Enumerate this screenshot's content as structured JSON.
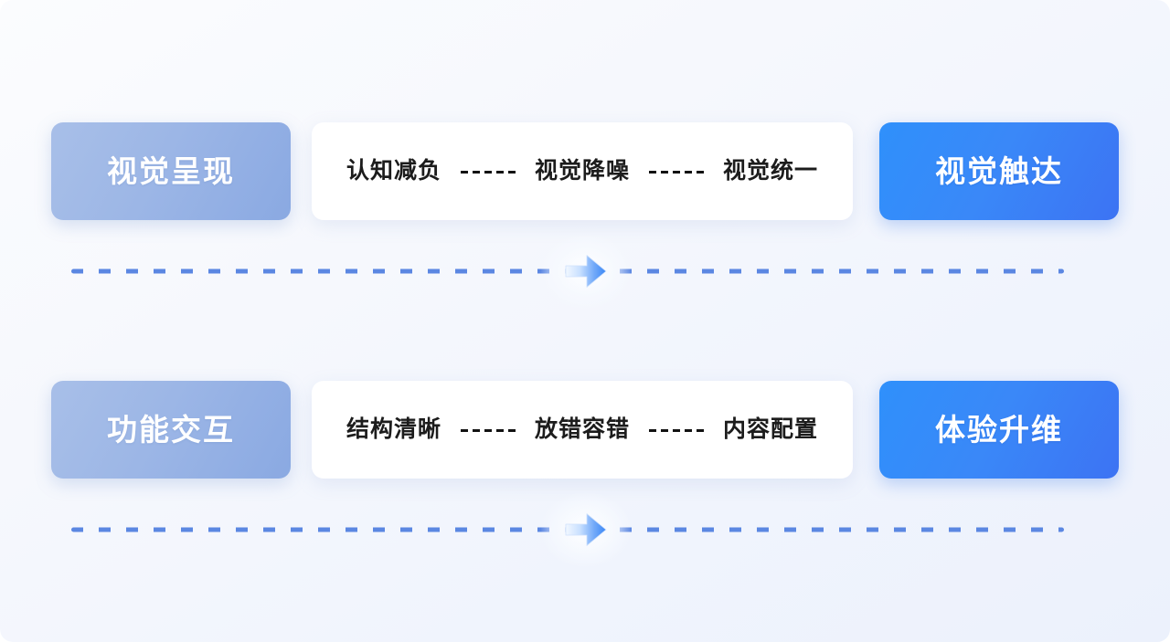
{
  "theme": {
    "background_from": "#fbfcfe",
    "background_to": "#ecf1fc",
    "left_pill_from": "#a8bfe8",
    "left_pill_to": "#8aa9e2",
    "right_pill_from": "#2f90fb",
    "right_pill_to": "#3c73f3",
    "card_background": "#ffffff",
    "step_text_color": "#1c1c1c",
    "dash_color": "#5b87e2",
    "arrow_from": "#eaf3ff",
    "arrow_to": "#3b87f6"
  },
  "rows": [
    {
      "input_label": "视觉呈现",
      "steps": [
        "认知减负",
        "视觉降噪",
        "视觉统一"
      ],
      "output_label": "视觉触达"
    },
    {
      "input_label": "功能交互",
      "steps": [
        "结构清晰",
        "放错容错",
        "内容配置"
      ],
      "output_label": "体验升维"
    }
  ],
  "connectors": [
    {
      "direction": "right",
      "icon": "arrow-right-icon"
    },
    {
      "direction": "right",
      "icon": "arrow-right-icon"
    }
  ]
}
